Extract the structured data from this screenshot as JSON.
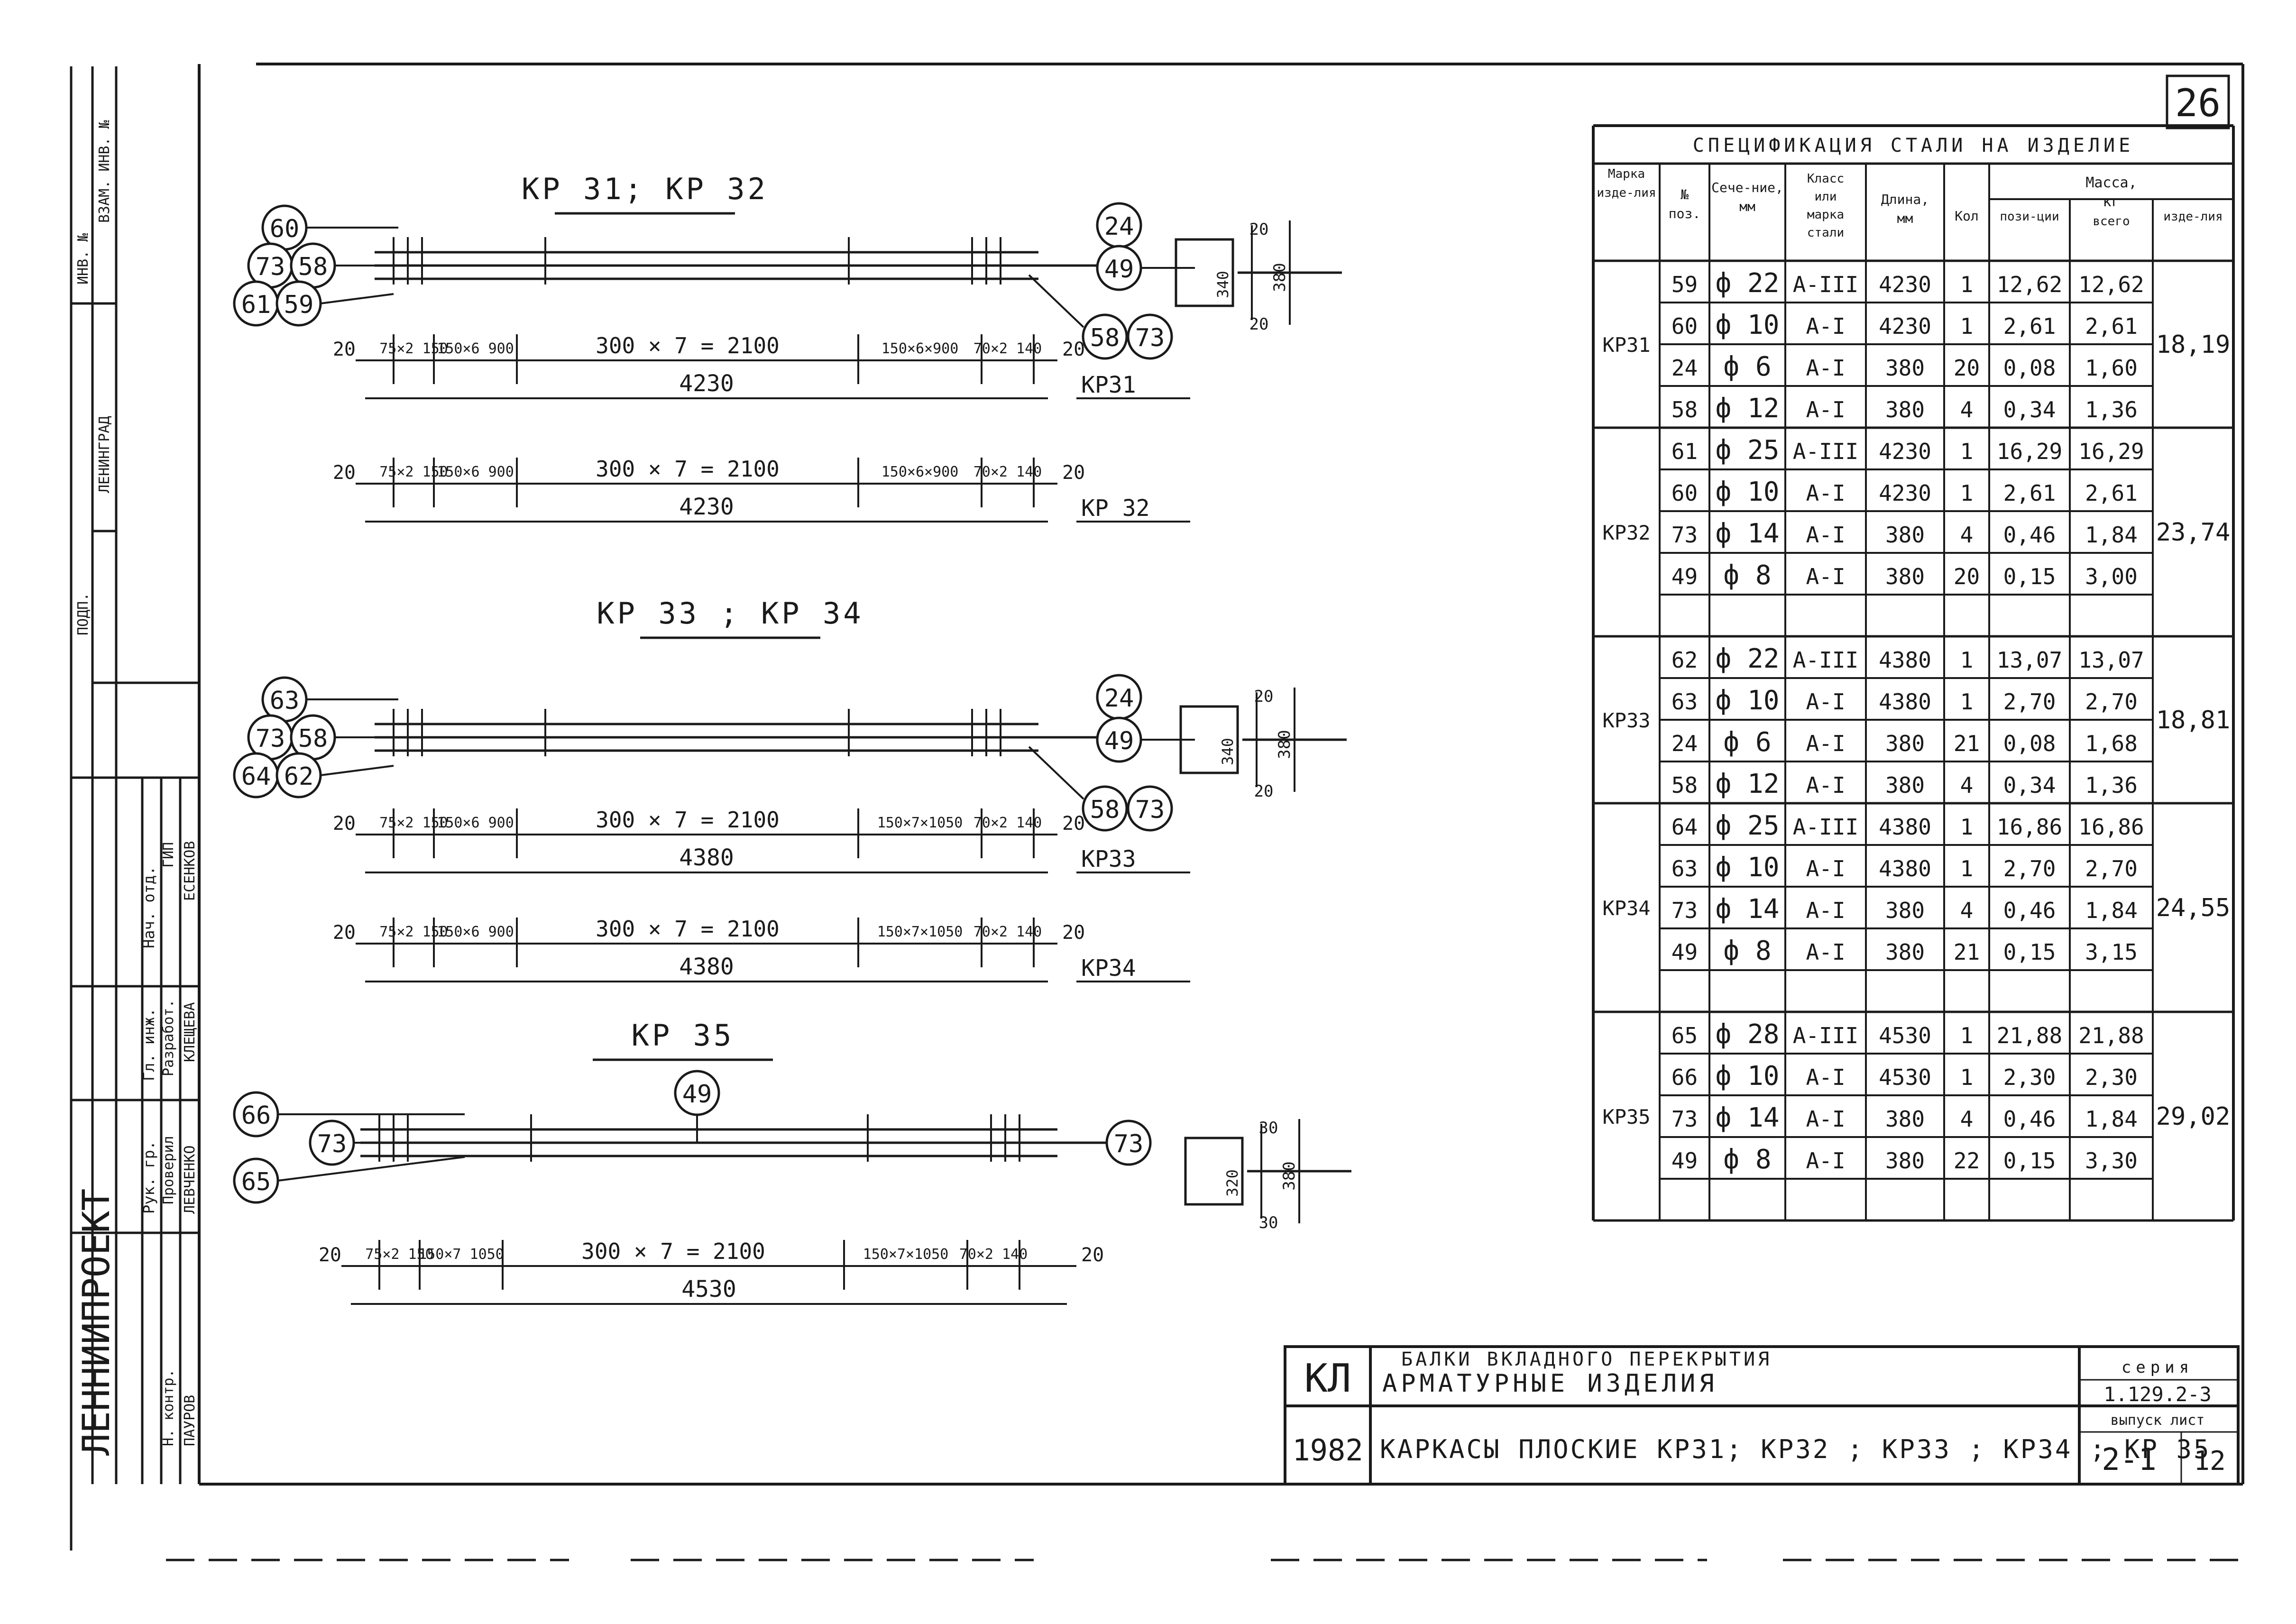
{
  "sheet_number": "26",
  "left_stamp": {
    "org": "ЛЕННИИПРОЕКТ",
    "col_a": [
      "Нач. отд.",
      "Гл. инж.",
      "Рук. гр."
    ],
    "col_b": [
      "ГИП",
      "Разработ.",
      "Проверил",
      "Н. контр."
    ],
    "col_c": [
      "ЕСЕНКОВ",
      "КЛЕЩЕВА",
      "ЛЕВЧЕНКО",
      "ПАУРОВ"
    ],
    "top_notes": [
      "ИНВ. №",
      "ВЗАМ. ИНВ. №",
      "ЛЕНИНГРАД"
    ],
    "mid_note": "ПОДП."
  },
  "drawings": [
    {
      "title": "КР 31; КР 32",
      "left_bubbles": [
        "60",
        "73",
        "58",
        "61",
        "59"
      ],
      "right_bubbles": [
        "24",
        "49"
      ],
      "bottom_bubbles": [
        "58",
        "73"
      ],
      "rows": [
        {
          "end_a": "20",
          "seg": [
            "75×2 150",
            "150×6 900",
            "300 × 7 = 2100",
            "150×6×900",
            "70×2 140"
          ],
          "end_b": "20",
          "total": "4230",
          "mark": "КР31"
        },
        {
          "end_a": "20",
          "seg": [
            "75×2 150",
            "150×6 900",
            "300 × 7 = 2100",
            "150×6×900",
            "70×2 140"
          ],
          "end_b": "20",
          "total": "4230",
          "mark": "КР 32"
        }
      ],
      "section": {
        "top": "20",
        "mid": "340",
        "bottom": "20",
        "height": "380"
      }
    },
    {
      "title": "КР 33 ; КР 34",
      "left_bubbles": [
        "63",
        "73",
        "58",
        "64",
        "62"
      ],
      "right_bubbles": [
        "24",
        "49"
      ],
      "bottom_bubbles": [
        "58",
        "73"
      ],
      "rows": [
        {
          "end_a": "20",
          "seg": [
            "75×2 150",
            "150×6 900",
            "300 × 7 = 2100",
            "150×7×1050",
            "70×2 140"
          ],
          "end_b": "20",
          "total": "4380",
          "mark": "КР33"
        },
        {
          "end_a": "20",
          "seg": [
            "75×2 150",
            "150×6 900",
            "300 × 7 = 2100",
            "150×7×1050",
            "70×2 140"
          ],
          "end_b": "20",
          "total": "4380",
          "mark": "КР34"
        }
      ],
      "section": {
        "top": "20",
        "mid": "340",
        "bottom": "20",
        "height": "380"
      }
    },
    {
      "title": "КР 35",
      "top_bubble": "49",
      "left_bubbles": [
        "66",
        "73",
        "65"
      ],
      "right_bubbles": [
        "73"
      ],
      "rows": [
        {
          "end_a": "20",
          "seg": [
            "75×2 150",
            "150×7 1050",
            "300 × 7 = 2100",
            "150×7×1050",
            "70×2 140"
          ],
          "end_b": "20",
          "total": "4530",
          "mark": ""
        }
      ],
      "section": {
        "top": "30",
        "mid": "320",
        "bottom": "30",
        "height": "380"
      }
    }
  ],
  "spec": {
    "title": "СПЕЦИФИКАЦИЯ СТАЛИ НА ИЗДЕЛИЕ",
    "headers": {
      "mark": "Марка изде-лия",
      "pos": "№ поз.",
      "section": "Сече-ние, мм",
      "class": "Класс или марка стали",
      "length": "Длина, мм",
      "count": "Кол",
      "mass": "Масса, кг",
      "mass_pos": "пози-ции",
      "mass_all": "всего",
      "mass_item": "изде-лия"
    },
    "groups": [
      {
        "mark": "КР31",
        "total": "18,19",
        "rows": [
          [
            "59",
            "ф 22",
            "А-III",
            "4230",
            "1",
            "12,62",
            "12,62"
          ],
          [
            "60",
            "ф 10",
            "А-I",
            "4230",
            "1",
            "2,61",
            "2,61"
          ],
          [
            "24",
            "ф 6",
            "А-I",
            "380",
            "20",
            "0,08",
            "1,60"
          ],
          [
            "58",
            "ф 12",
            "А-I",
            "380",
            "4",
            "0,34",
            "1,36"
          ]
        ]
      },
      {
        "mark": "КР32",
        "total": "23,74",
        "rows": [
          [
            "61",
            "ф 25",
            "А-III",
            "4230",
            "1",
            "16,29",
            "16,29"
          ],
          [
            "60",
            "ф 10",
            "А-I",
            "4230",
            "1",
            "2,61",
            "2,61"
          ],
          [
            "73",
            "ф 14",
            "А-I",
            "380",
            "4",
            "0,46",
            "1,84"
          ],
          [
            "49",
            "ф 8",
            "А-I",
            "380",
            "20",
            "0,15",
            "3,00"
          ],
          [
            "",
            "",
            "",
            "",
            "",
            "",
            ""
          ]
        ]
      },
      {
        "mark": "КР33",
        "total": "18,81",
        "rows": [
          [
            "62",
            "ф 22",
            "А-III",
            "4380",
            "1",
            "13,07",
            "13,07"
          ],
          [
            "63",
            "ф 10",
            "А-I",
            "4380",
            "1",
            "2,70",
            "2,70"
          ],
          [
            "24",
            "ф 6",
            "А-I",
            "380",
            "21",
            "0,08",
            "1,68"
          ],
          [
            "58",
            "ф 12",
            "А-I",
            "380",
            "4",
            "0,34",
            "1,36"
          ]
        ]
      },
      {
        "mark": "КР34",
        "total": "24,55",
        "rows": [
          [
            "64",
            "ф 25",
            "А-III",
            "4380",
            "1",
            "16,86",
            "16,86"
          ],
          [
            "63",
            "ф 10",
            "А-I",
            "4380",
            "1",
            "2,70",
            "2,70"
          ],
          [
            "73",
            "ф 14",
            "А-I",
            "380",
            "4",
            "0,46",
            "1,84"
          ],
          [
            "49",
            "ф 8",
            "А-I",
            "380",
            "21",
            "0,15",
            "3,15"
          ],
          [
            "",
            "",
            "",
            "",
            "",
            "",
            ""
          ]
        ]
      },
      {
        "mark": "КР35",
        "total": "29,02",
        "rows": [
          [
            "65",
            "ф 28",
            "А-III",
            "4530",
            "1",
            "21,88",
            "21,88"
          ],
          [
            "66",
            "ф 10",
            "А-I",
            "4530",
            "1",
            "2,30",
            "2,30"
          ],
          [
            "73",
            "ф 14",
            "А-I",
            "380",
            "4",
            "0,46",
            "1,84"
          ],
          [
            "49",
            "ф 8",
            "А-I",
            "380",
            "22",
            "0,15",
            "3,30"
          ],
          [
            "",
            "",
            "",
            "",
            "",
            "",
            ""
          ]
        ]
      }
    ]
  },
  "title_block": {
    "code": "КЛ",
    "year": "1982",
    "line1": "БАЛКИ ВКЛАДНОГО ПЕРЕКРЫТИЯ",
    "line2": "АРМАТУРНЫЕ ИЗДЕЛИЯ",
    "line3": "КАРКАСЫ ПЛОСКИЕ КР31; КР32 ; КР33 ; КР34 ; КР 35",
    "series_label": "серия",
    "series_value": "1.129.2-3",
    "issue_label": "выпуск  лист",
    "issue_value": "2-1",
    "sheet_value": "12"
  }
}
